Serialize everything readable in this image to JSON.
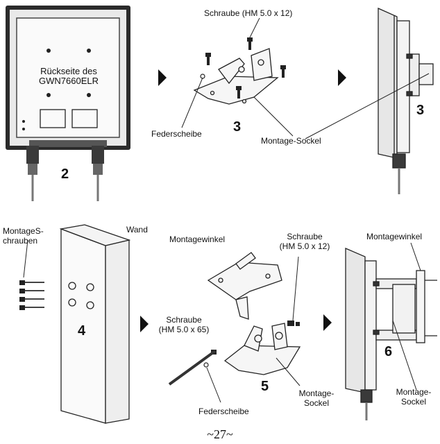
{
  "labels": {
    "rueckseite_line1": "Rückseite des",
    "rueckseite_line2": "GWN7660ELR",
    "schraube_top": "Schraube (HM 5.0 x 12)",
    "federscheibe_top": "Federscheibe",
    "montage_sockel_top": "Montage-Sockel",
    "montage_schrauben_line1": "MontageS-",
    "montage_schrauben_line2": "chrauben",
    "wand": "Wand",
    "montagewinkel_mid": "Montagewinkel",
    "schraube_mid_line1": "Schraube",
    "schraube_mid_line2": "(HM 5.0 x 12)",
    "montagewinkel_right": "Montagewinkel",
    "schraube_long_line1": "Schraube",
    "schraube_long_line2": "(HM 5.0 x 65)",
    "federscheibe_bottom": "Federscheibe",
    "montage_sockel_bottom_line1": "Montage-",
    "montage_sockel_bottom_line2": "Sockel",
    "montage_sockel_right_line1": "Montage-",
    "montage_sockel_right_line2": "Sockel"
  },
  "steps": {
    "s2": "2",
    "s3a": "3",
    "s3b": "3",
    "s4": "4",
    "s5": "5",
    "s6": "6"
  },
  "page_number": "~27~",
  "colors": {
    "ink": "#1a1a1a",
    "panel": "#f4f4f4",
    "frame": "#2a2a2a"
  }
}
